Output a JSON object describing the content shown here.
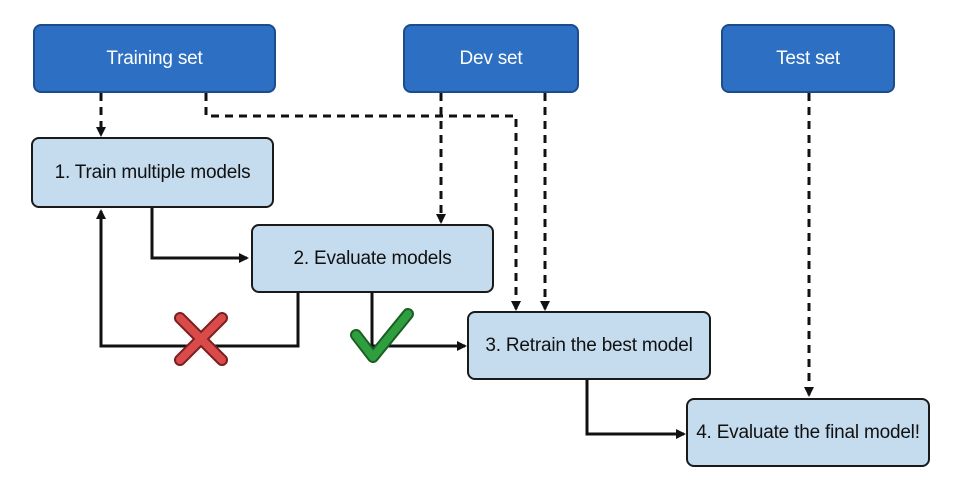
{
  "sources": {
    "training": "Training set",
    "dev": "Dev set",
    "test": "Test set"
  },
  "steps": {
    "train": "1. Train multiple models",
    "evaluate": "2. Evaluate models",
    "retrain": "3. Retrain the best model",
    "final": "4. Evaluate the final model!"
  },
  "colors": {
    "source_fill": "#2d6fc2",
    "step_fill": "#c5dcef",
    "reject_mark": "#d94a4a",
    "accept_mark": "#2e9e3e"
  },
  "icons": [
    "cross-mark-icon",
    "check-mark-icon"
  ]
}
